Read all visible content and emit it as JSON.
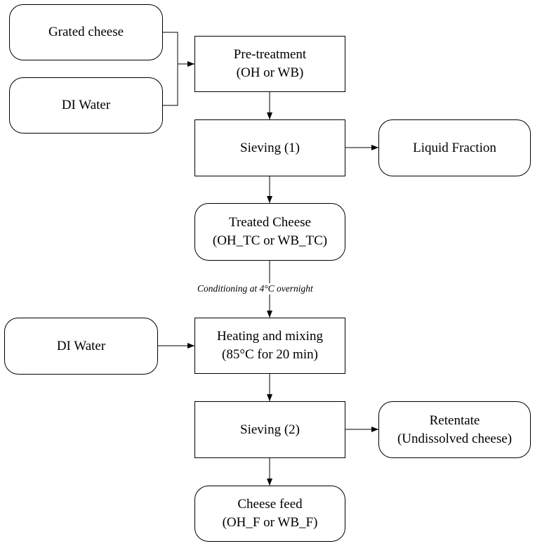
{
  "inputs": {
    "grated_cheese": "Grated cheese",
    "di_water_1": "DI Water",
    "di_water_2": "DI Water"
  },
  "steps": {
    "pretreatment": [
      "Pre-treatment",
      "(OH or WB)"
    ],
    "sieving_1": "Sieving (1)",
    "treated_cheese": [
      "Treated Cheese",
      "(OH_TC or WB_TC)"
    ],
    "conditioning_note": "Conditioning at 4°C overnight",
    "heating_mixing": [
      "Heating and mixing",
      "(85°C for 20 min)"
    ],
    "sieving_2": "Sieving (2)",
    "cheese_feed": [
      "Cheese feed",
      "(OH_F or WB_F)"
    ]
  },
  "outputs": {
    "liquid_fraction": "Liquid Fraction",
    "retentate": [
      "Retentate",
      "(Undissolved cheese)"
    ]
  }
}
